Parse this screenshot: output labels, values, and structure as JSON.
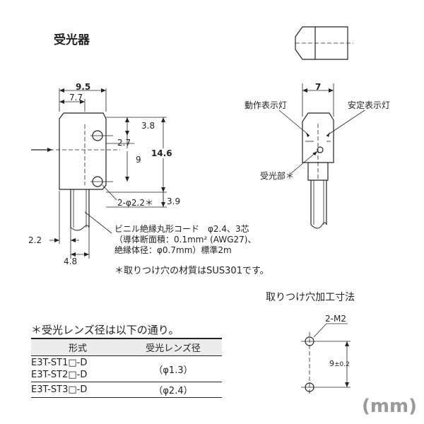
{
  "heading": "受光器",
  "dimensions": {
    "width_overall": "9.5",
    "width_to_axis": "7.7",
    "top_offset": "3.8",
    "hole_offset": "2.7",
    "hole_pitch": "9",
    "height_overall": "14.6",
    "holes": "2-φ2.2＊",
    "bottom_offset": "3.9",
    "cord_offset": "2.2",
    "cord_width": "4.8",
    "side_width": "7"
  },
  "labels": {
    "operation_lamp": "動作表示灯",
    "stability_lamp": "安定表示灯",
    "receiver": "受光部＊"
  },
  "cord_note": {
    "line1": "ビニル絶縁丸形コード　φ2.4、3芯",
    "line2": "（導体断面積：0.1mm² (AWG27)、",
    "line3": "絶縁体径：φ0.7mm）標準2m"
  },
  "material_note": "＊取りつけ穴の材質はSUS301です。",
  "mounting": {
    "title": "取りつけ穴加工寸法",
    "holes": "2-M2",
    "pitch": "9",
    "tolerance": "±0.2"
  },
  "lens_table": {
    "title": "＊受光レンズ径は以下の通り。",
    "headers": [
      "形式",
      "受光レンズ径"
    ],
    "rows": [
      {
        "models": [
          "E3T-ST1□-D",
          "E3T-ST2□-D"
        ],
        "lens": "（φ1.3）"
      },
      {
        "models": [
          "E3T-ST3□-D"
        ],
        "lens": "（φ2.4）"
      }
    ]
  },
  "unit": "(mm)"
}
